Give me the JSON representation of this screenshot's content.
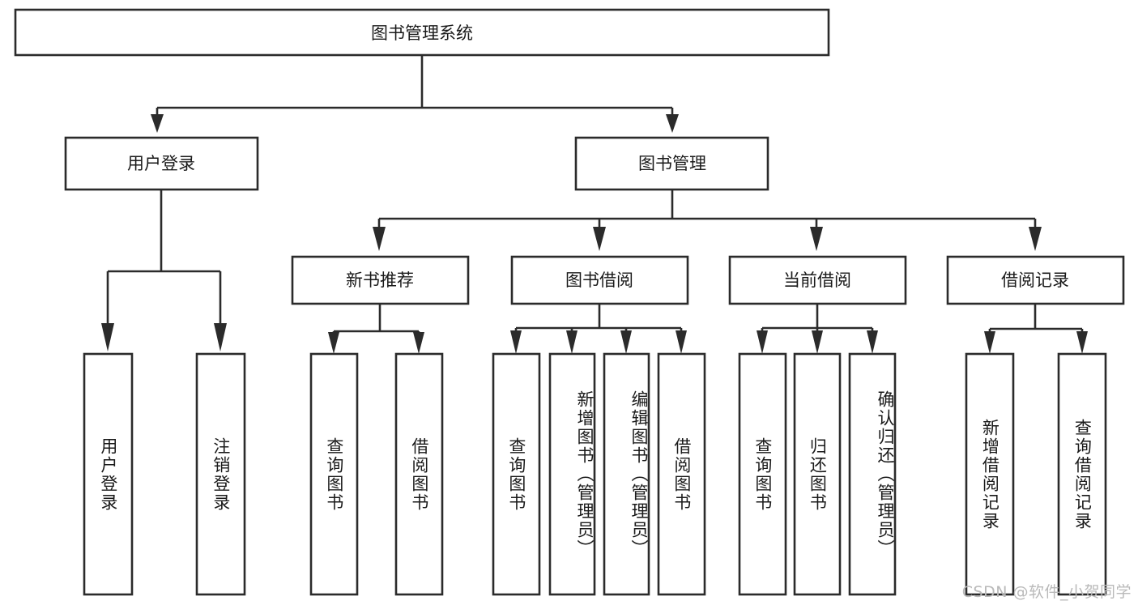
{
  "diagram": {
    "type": "tree-hierarchy-chart",
    "title": "图书管理系统",
    "watermark": "CSDN @软件_小贺同学",
    "colors": {
      "background": "#ffffff",
      "box_fill": "#ffffff",
      "box_stroke": "#2b2b2b",
      "text": "#1a1a1a",
      "watermark": "#b9b9b9"
    },
    "levels": {
      "root": {
        "label": "图书管理系统"
      },
      "level2": [
        {
          "id": "user-login",
          "label": "用户登录"
        },
        {
          "id": "book-management",
          "label": "图书管理"
        }
      ],
      "level3": [
        {
          "id": "new-book-recommend",
          "label": "新书推荐"
        },
        {
          "id": "book-borrow",
          "label": "图书借阅"
        },
        {
          "id": "current-borrow",
          "label": "当前借阅"
        },
        {
          "id": "borrow-record",
          "label": "借阅记录"
        }
      ],
      "leaves": {
        "user-login": [
          {
            "id": "leaf-user-login",
            "label": "用户登录"
          },
          {
            "id": "leaf-logout-login",
            "label": "注销登录"
          }
        ],
        "new-book-recommend": [
          {
            "id": "leaf-query-book-1",
            "label": "查询图书"
          },
          {
            "id": "leaf-borrow-book-1",
            "label": "借阅图书"
          }
        ],
        "book-borrow": [
          {
            "id": "leaf-query-book-2",
            "label": "查询图书"
          },
          {
            "id": "leaf-add-book",
            "label": "新增图书（管理员）"
          },
          {
            "id": "leaf-edit-book",
            "label": "编辑图书（管理员）"
          },
          {
            "id": "leaf-borrow-book-2",
            "label": "借阅图书"
          }
        ],
        "current-borrow": [
          {
            "id": "leaf-query-book-3",
            "label": "查询图书"
          },
          {
            "id": "leaf-return-book",
            "label": "归还图书"
          },
          {
            "id": "leaf-confirm-return",
            "label": "确认归还（管理员）"
          }
        ],
        "borrow-record": [
          {
            "id": "leaf-add-record",
            "label": "新增借阅记录"
          },
          {
            "id": "leaf-query-record",
            "label": "查询借阅记录"
          }
        ]
      }
    }
  }
}
